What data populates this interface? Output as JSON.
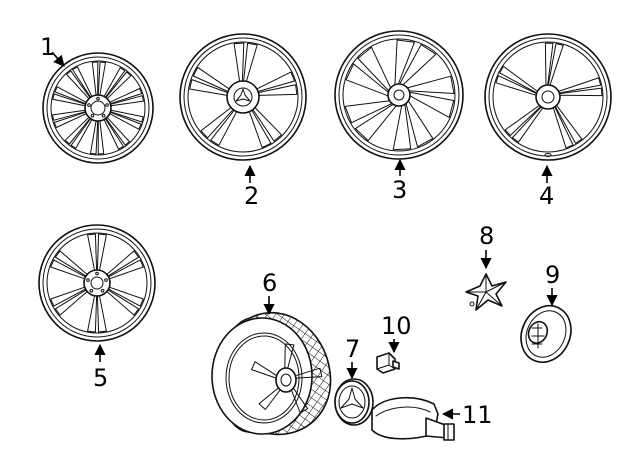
{
  "parts": [
    {
      "id": "wheel-1",
      "callout": "1"
    },
    {
      "id": "wheel-2",
      "callout": "2"
    },
    {
      "id": "wheel-3",
      "callout": "3"
    },
    {
      "id": "wheel-4",
      "callout": "4"
    },
    {
      "id": "wheel-5",
      "callout": "5"
    },
    {
      "id": "tire-6",
      "callout": "6"
    },
    {
      "id": "center-cap-7",
      "callout": "7"
    },
    {
      "id": "wheel-bolt-cap-8",
      "callout": "8"
    },
    {
      "id": "center-plate-9",
      "callout": "9"
    },
    {
      "id": "valve-10",
      "callout": "10"
    },
    {
      "id": "tpms-sensor-11",
      "callout": "11"
    }
  ]
}
